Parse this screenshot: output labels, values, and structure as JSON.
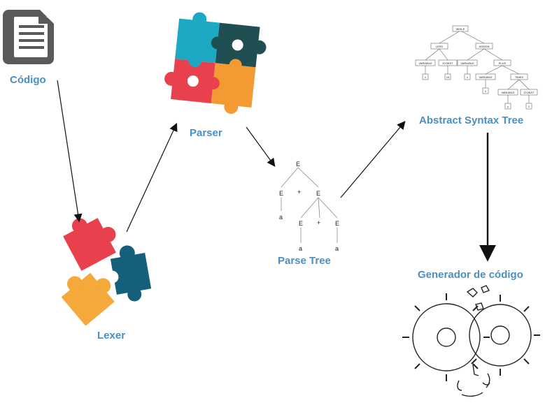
{
  "nodes": {
    "codigo": {
      "label": "Código"
    },
    "lexer": {
      "label": "Lexer"
    },
    "parser": {
      "label": "Parser"
    },
    "parse_tree": {
      "label": "Parse Tree"
    },
    "ast": {
      "label": "Abstract Syntax Tree"
    },
    "codegen": {
      "label": "Generador de código"
    }
  },
  "parse_tree_symbols": {
    "root": "E",
    "left": "E",
    "plus1": "+",
    "right": "E",
    "left_leaf": "a",
    "sub_left": "E",
    "plus2": "+",
    "sub_right": "E",
    "sub_left_leaf": "a",
    "sub_right_leaf": "a"
  },
  "ast_labels": {
    "root": "WHILE",
    "cond": "LESS",
    "assign": "ASSIGN",
    "var1": "VARIABLE",
    "const1": "ICONST",
    "var2": "VARIABLE",
    "plus": "PLUS",
    "leaf_x": "x",
    "leaf_10": "10",
    "leaf_x2": "x",
    "var3": "VARIABLE",
    "times": "TIMES",
    "leaf_x3": "x",
    "var4": "VARIABLE",
    "const2": "ICONST",
    "leaf_y": "y",
    "leaf_2": "2"
  },
  "colors": {
    "label_blue": "#4a8fc4",
    "puzzle_red": "#e8404d",
    "puzzle_blue": "#1da8c4",
    "puzzle_teal": "#1f4f53",
    "puzzle_orange": "#f39a33",
    "puzzle_dark_blue": "#14607a",
    "puzzle_yellow": "#f4a93a",
    "doc_icon": "#5a5a5a"
  },
  "icons": [
    "document-icon",
    "puzzle-pieces-icon",
    "puzzle-square-icon",
    "gears-icon"
  ]
}
